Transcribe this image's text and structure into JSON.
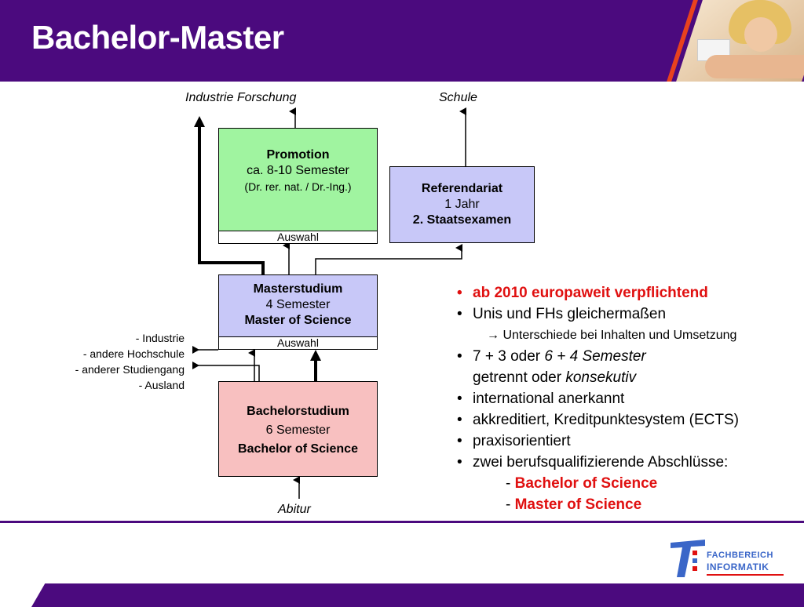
{
  "slide": {
    "title": "Bachelor-Master"
  },
  "labels": {
    "industrie_forschung": "Industrie Forschung",
    "schule": "Schule",
    "abitur": "Abitur"
  },
  "boxes": {
    "promotion": {
      "title": "Promotion",
      "duration": "ca. 8-10 Semester",
      "degree": "(Dr. rer. nat. / Dr.-Ing.)",
      "selection": "Auswahl",
      "color": "#a0f4a0"
    },
    "referendariat": {
      "title": "Referendariat",
      "duration": "1 Jahr",
      "degree": "2. Staatsexamen",
      "color": "#c8c8f8"
    },
    "master": {
      "title": "Masterstudium",
      "duration": "4 Semester",
      "degree": "Master of Science",
      "selection": "Auswahl",
      "color": "#c8c8f8"
    },
    "bachelor": {
      "title": "Bachelorstudium",
      "duration": "6 Semester",
      "degree": "Bachelor of Science",
      "color": "#f8c0c0"
    }
  },
  "side_options": [
    "- Industrie",
    "- andere Hochschule",
    "- anderer Studiengang",
    "- Ausland"
  ],
  "bullets": {
    "item1": "ab 2010 europaweit verpflichtend",
    "item2": "Unis und FHs gleichermaßen",
    "item2_sub_arrow": "→",
    "item2_sub": "Unterschiede bei Inhalten und Umsetzung",
    "item3_a": "7 + 3 oder ",
    "item3_b": "6 + 4 Semester",
    "item3_c": "getrennt oder ",
    "item3_d": "konsekutiv",
    "item4": "international anerkannt",
    "item5": "akkreditiert, Kreditpunktesystem (ECTS)",
    "item6": "praxisorientiert",
    "item7": "zwei berufsqualifizierende Abschlüsse:",
    "degree1": "Bachelor of Science",
    "degree2": "Master of Science",
    "dash": "-",
    "bullet_char": "•"
  },
  "logo": {
    "line1": "FACHBEREICH",
    "line2": "INFORMATIK"
  },
  "colors": {
    "header": "#4b0a7e",
    "accent_red": "#e01010",
    "logo_blue": "#3a66c8"
  }
}
